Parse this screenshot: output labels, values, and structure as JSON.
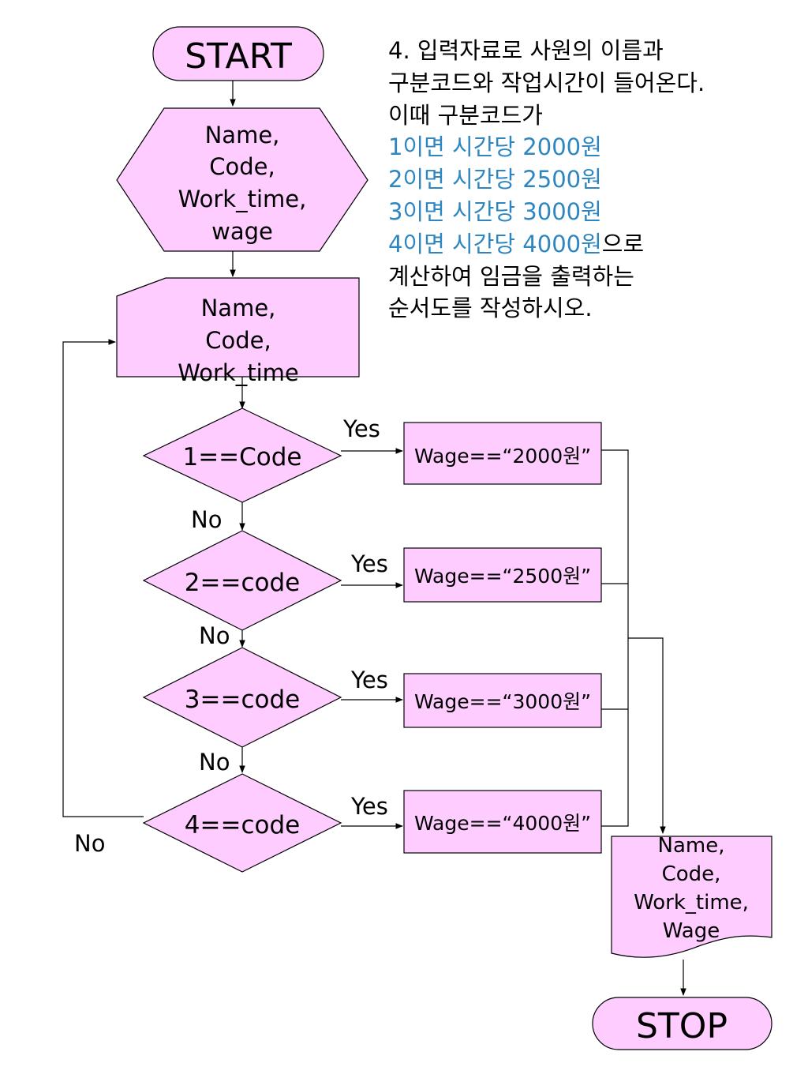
{
  "flowchart": {
    "start": "START",
    "stop": "STOP",
    "prep": [
      "Name,",
      "Code,",
      "Work_time,",
      "wage"
    ],
    "input": [
      "Name,",
      "Code,",
      "Work_time"
    ],
    "decisions": [
      {
        "label": "1==Code",
        "yes": "Yes",
        "no": "No",
        "action": "Wage==“2000원”"
      },
      {
        "label": "2==code",
        "yes": "Yes",
        "no": "No",
        "action": "Wage==“2500원”"
      },
      {
        "label": "3==code",
        "yes": "Yes",
        "no": "No",
        "action": "Wage==“3000원”"
      },
      {
        "label": "4==code",
        "yes": "Yes",
        "no": "No",
        "action": "Wage==“4000원”"
      }
    ],
    "output": [
      "Name,",
      "Code,",
      "Work_time,",
      "Wage"
    ]
  },
  "problem": {
    "line1": "4. 입력자료로 사원의 이름과",
    "line2": "구분코드와 작업시간이 들어온다.",
    "line3": "이때 구분코드가",
    "line4": "1이면 시간당 2000원",
    "line5": "2이면 시간당 2500원",
    "line6": "3이면 시간당 3000원",
    "line7_hl": "4이면 시간당 4000원",
    "line7_rest": "으로",
    "line8": "계산하여 임금을 출력하는",
    "line9": "순서도를 작성하시오."
  },
  "colors": {
    "shape_fill": "#ffccff",
    "highlight_text": "#2e86c1"
  }
}
